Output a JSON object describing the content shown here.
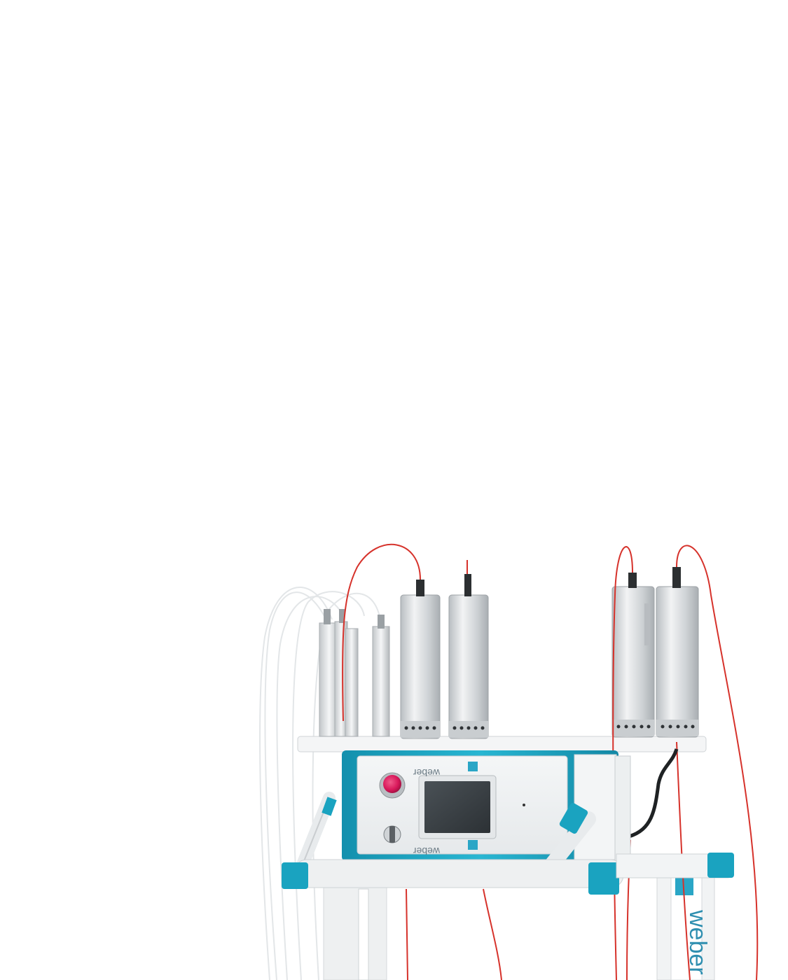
{
  "product": {
    "brand_upper": "weber",
    "brand_lower": "weber",
    "stand_brand": "weber"
  },
  "colors": {
    "background": "#ffffff",
    "accent_teal": "#1aa3c0",
    "cable_red": "#d6322b",
    "emergency_button": "#d8185a",
    "screen": "#3c4247",
    "aluminum": "#d7dadd"
  },
  "icons": {
    "emergency_stop": "emergency-stop-icon",
    "key_switch": "key-switch-icon",
    "logo": "weber-logo-icon"
  }
}
